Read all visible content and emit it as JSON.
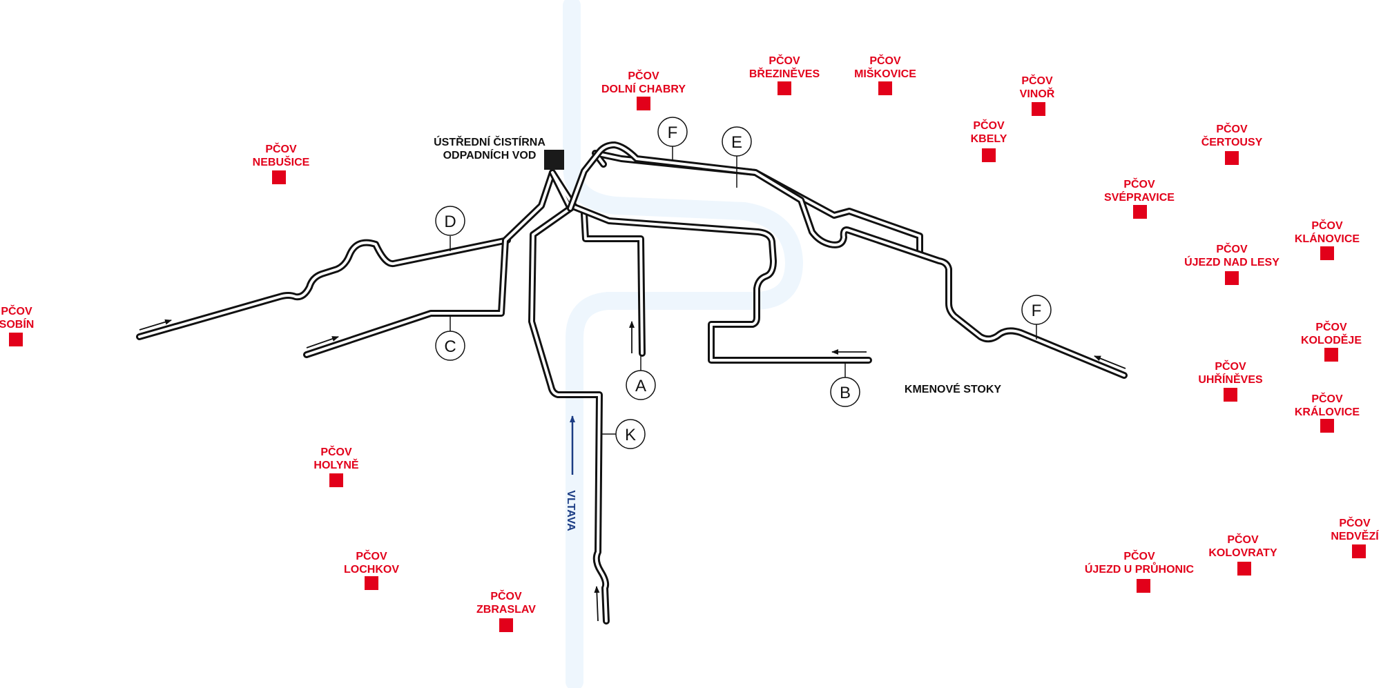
{
  "colors": {
    "plant": "#e2001a",
    "central": "#1a1a1a",
    "sewer": "#111111",
    "river": "#eef6fd",
    "river_label": "#1b3c84"
  },
  "central_plant": {
    "line1": "ÚSTŘEDNÍ ČISTÍRNA",
    "line2": "ODPADNÍCH VOD"
  },
  "legend": {
    "trunk_sewers": "KMENOVÉ STOKY"
  },
  "river": {
    "name": "VLTAVA"
  },
  "plants": [
    {
      "id": "sobin",
      "line1": "PČOV",
      "line2": "SOBÍN"
    },
    {
      "id": "nebusice",
      "line1": "PČOV",
      "line2": "NEBUŠICE"
    },
    {
      "id": "dolni-chabry",
      "line1": "PČOV",
      "line2": "DOLNÍ CHABRY"
    },
    {
      "id": "brezineves",
      "line1": "PČOV",
      "line2": "BŘEZINĚVES"
    },
    {
      "id": "miskovice",
      "line1": "PČOV",
      "line2": "MIŠKOVICE"
    },
    {
      "id": "vinor",
      "line1": "PČOV",
      "line2": "VINOŘ"
    },
    {
      "id": "kbely",
      "line1": "PČOV",
      "line2": "KBELY"
    },
    {
      "id": "certousy",
      "line1": "PČOV",
      "line2": "ČERTOUSY"
    },
    {
      "id": "svepravice",
      "line1": "PČOV",
      "line2": "SVÉPRAVICE"
    },
    {
      "id": "klanovice",
      "line1": "PČOV",
      "line2": "KLÁNOVICE"
    },
    {
      "id": "ujezd-nad-lesy",
      "line1": "PČOV",
      "line2": "ÚJEZD NAD LESY"
    },
    {
      "id": "kolodeje",
      "line1": "PČOV",
      "line2": "KOLODĚJE"
    },
    {
      "id": "uhrineves",
      "line1": "PČOV",
      "line2": "UHŘÍNĚVES"
    },
    {
      "id": "kralovice",
      "line1": "PČOV",
      "line2": "KRÁLOVICE"
    },
    {
      "id": "holyne",
      "line1": "PČOV",
      "line2": "HOLYNĚ"
    },
    {
      "id": "lochkov",
      "line1": "PČOV",
      "line2": "LOCHKOV"
    },
    {
      "id": "zbraslav",
      "line1": "PČOV",
      "line2": "ZBRASLAV"
    },
    {
      "id": "ujezd-u-pruhonic",
      "line1": "PČOV",
      "line2": "ÚJEZD U PRŮHONIC"
    },
    {
      "id": "kolovraty",
      "line1": "PČOV",
      "line2": "KOLOVRATY"
    },
    {
      "id": "nedvezi",
      "line1": "PČOV",
      "line2": "NEDVĚZÍ"
    }
  ],
  "sewers": [
    {
      "id": "a",
      "letter": "A"
    },
    {
      "id": "b",
      "letter": "B"
    },
    {
      "id": "c",
      "letter": "C"
    },
    {
      "id": "d",
      "letter": "D"
    },
    {
      "id": "e",
      "letter": "E"
    },
    {
      "id": "f-north",
      "letter": "F"
    },
    {
      "id": "f-east",
      "letter": "F"
    },
    {
      "id": "k",
      "letter": "K"
    }
  ]
}
